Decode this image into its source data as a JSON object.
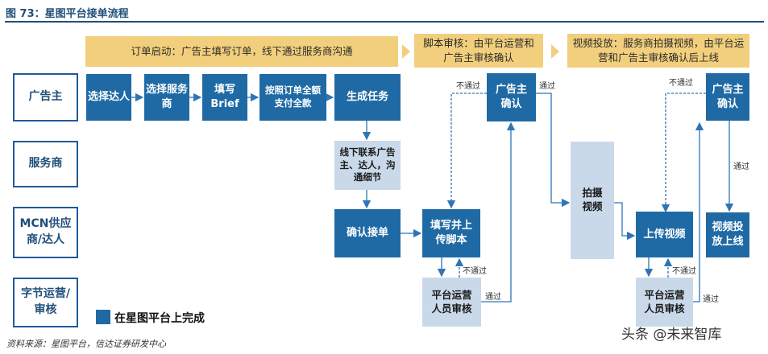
{
  "figure": {
    "title": "图 73：星图平台接单流程"
  },
  "banners": {
    "b1": "订单启动：广告主填写订单，线下通过服务商沟通",
    "b2": "脚本审核：由平台运营和广告主审核确认",
    "b3": "视频投放：服务商拍摄视频，由平台运营和广告主审核确认后上线"
  },
  "roles": {
    "advertiser": "广告主",
    "service": "服务商",
    "mcn": "MCN供应商/达人",
    "platform": "字节运营/审核"
  },
  "nodes": {
    "select_talent": "选择达人",
    "select_service": "选择服务商",
    "fill_brief": "填写Brief",
    "pay": "按照订单全额支付全款",
    "gen_task": "生成任务",
    "offline": "线下联系广告主、达人，沟通细节",
    "confirm_order": "确认接单",
    "fill_script": "填写并上传脚本",
    "adv_confirm_1": "广告主确认",
    "review_1": "平台运营人员审核",
    "shoot": "拍摄视频",
    "upload": "上传视频",
    "review_2": "平台运营人员审核",
    "adv_confirm_2": "广告主确认",
    "publish": "视频投放上线"
  },
  "labels": {
    "pass": "通过",
    "fail": "不通过"
  },
  "legend": {
    "text": "在星图平台上完成",
    "color": "#1f6aa5"
  },
  "source": "资料来源：星图平台，信达证券研发中心",
  "watermark": "头条 @未来智库",
  "colors": {
    "dark_box": "#1f6aa5",
    "light_box": "#c9d9ea",
    "banner": "#f2cf7c",
    "role_border": "#1f5a9a"
  }
}
